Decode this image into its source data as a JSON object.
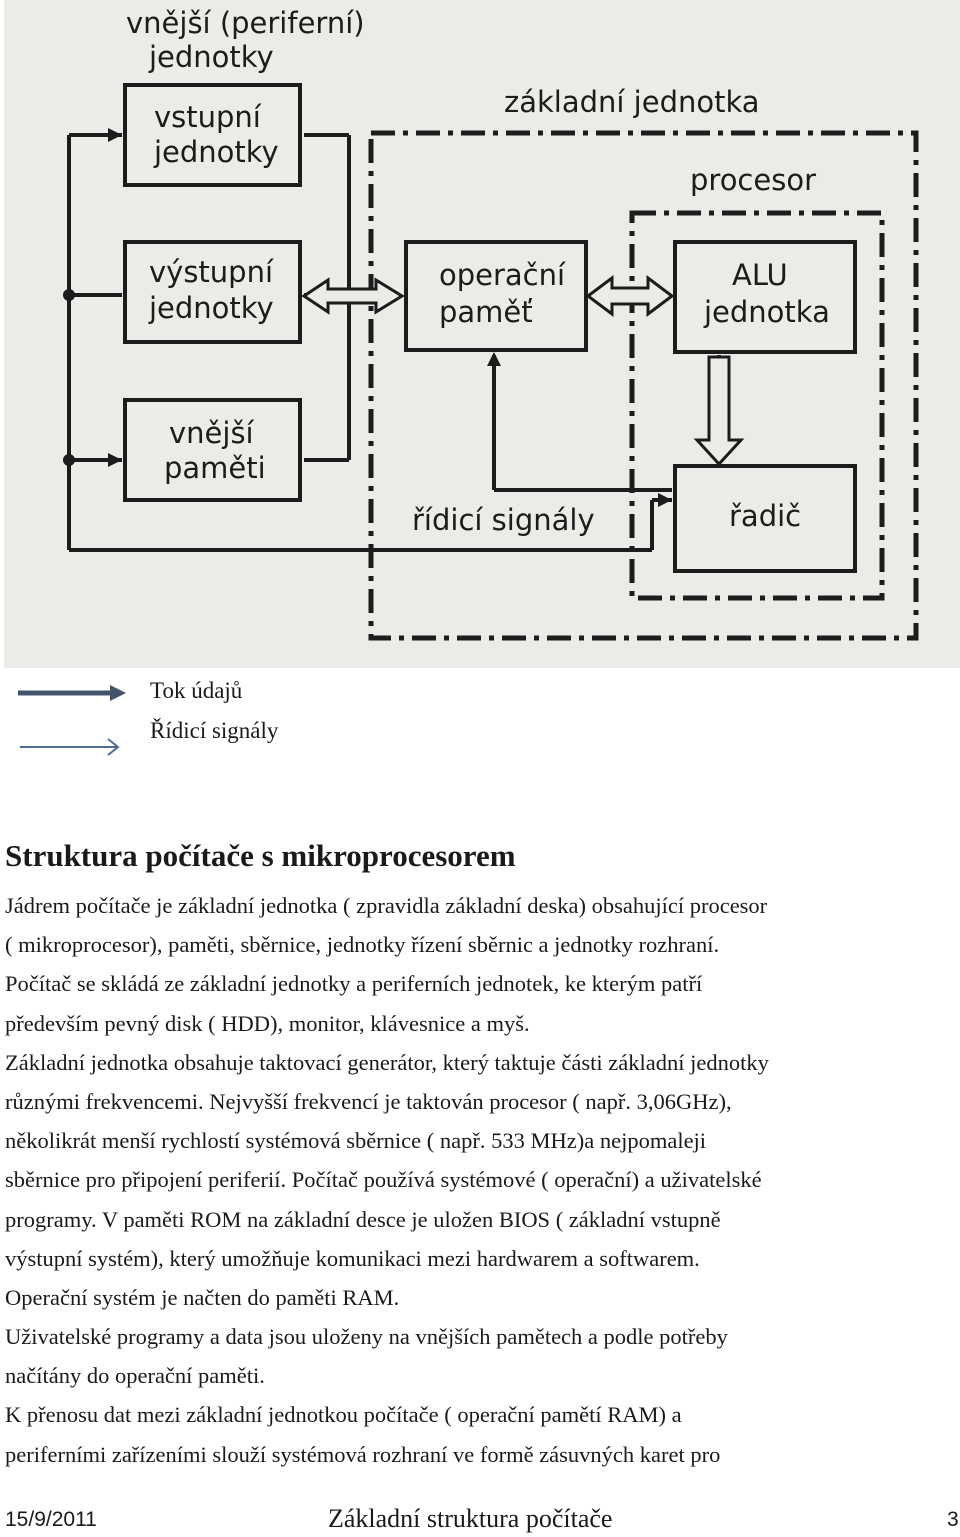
{
  "diagram": {
    "peripheral_title_line1": "vnější (periferní)",
    "peripheral_title_line2": "jednotky",
    "base_unit_label": "základní jednotka",
    "processor_label": "procesor",
    "input_units_line1": "vstupní",
    "input_units_line2": "jednotky",
    "output_units_line1": "výstupní",
    "output_units_line2": "jednotky",
    "external_memory_line1": "vnější",
    "external_memory_line2": "paměti",
    "operating_memory_line1": "operační",
    "operating_memory_line2": "paměť",
    "alu_line1": "ALU",
    "alu_line2": "jednotka",
    "control_signals_label": "řídicí signály",
    "controller_label": "řadič"
  },
  "legend": {
    "data_flow": "Tok údajů",
    "control_signals": "Řídicí signály",
    "data_flow_color": "#44546a",
    "control_signals_color": "#4f6b9a"
  },
  "heading": "Struktura počítače s mikroprocesorem",
  "body_lines": [
    "Jádrem počítače je základní jednotka ( zpravidla základní deska) obsahující procesor",
    "( mikroprocesor), paměti, sběrnice, jednotky řízení sběrnic a jednotky rozhraní.",
    "Počítač se skládá ze základní jednotky a periferních jednotek, ke kterým patří",
    "především pevný disk ( HDD), monitor, klávesnice a myš.",
    "Základní jednotka obsahuje taktovací generátor, který taktuje části základní jednotky",
    "různými frekvencemi. Nejvyšší frekvencí je taktován procesor  ( např. 3,06GHz),",
    "několikrát menší rychlostí systémová sběrnice ( např. 533 MHz)a nejpomaleji",
    "sběrnice pro připojení periferií. Počítač používá systémové ( operační) a uživatelské",
    "programy. V paměti ROM na základní desce je uložen BIOS ( základní vstupně",
    "výstupní systém), který umožňuje komunikaci mezi hardwarem a softwarem.",
    "Operační systém je načten do paměti RAM.",
    "Uživatelské programy a data jsou uloženy na vnějších pamětech a podle potřeby",
    "načítány do operační paměti.",
    "K přenosu dat mezi základní jednotkou počítače ( operační pamětí RAM) a",
    "periferními zařízeními slouží systémová rozhraní ve formě zásuvných karet pro"
  ],
  "footer": {
    "date": "15/9/2011",
    "title": "Základní struktura počítače",
    "page": "3"
  }
}
